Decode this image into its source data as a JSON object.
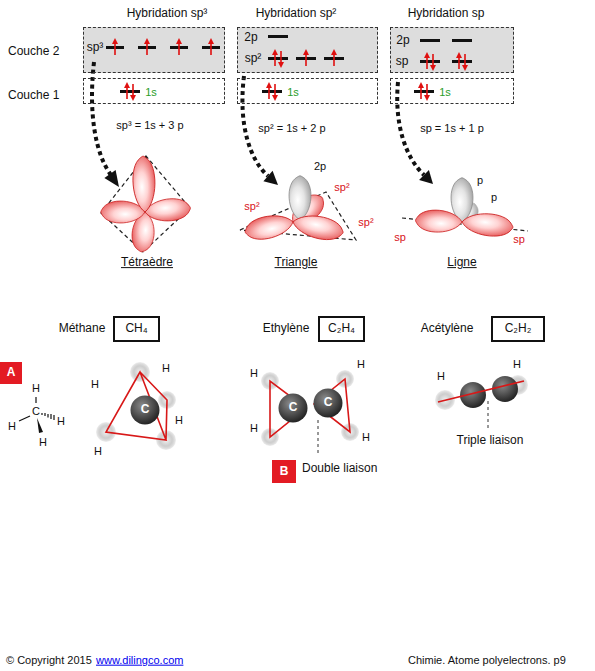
{
  "diagram": {
    "nodes": [
      {
        "text": [
          "sp³"
        ]
      },
      {
        "text": [
          "2p",
          "sp²"
        ]
      },
      {
        "text": [
          "2p",
          "sp"
        ]
      },
      {
        "text": [
          "1s"
        ]
      },
      {
        "text": [
          "1s"
        ]
      },
      {
        "text": [
          "1s"
        ]
      },
      {
        "text": [
          "CH₄"
        ]
      },
      {
        "text": [
          "C₂H₄"
        ]
      },
      {
        "text": [
          "C₂H₂"
        ]
      },
      {
        "text": [
          "A"
        ]
      },
      {
        "text": [
          "C"
        ]
      },
      {
        "text": [
          "C"
        ]
      },
      {
        "text": [
          "C"
        ]
      },
      {
        "text": [
          "B"
        ]
      }
    ],
    "labels": [
      "Hybridation sp³",
      "Hybridation sp²",
      "Hybridation sp",
      "Couche 2",
      "Couche 1",
      "sp³ = 1s + 3 p",
      "sp² = 1s + 2 p",
      "sp = 1s + 1 p",
      "2p",
      "sp²",
      "sp²",
      "sp²",
      "p",
      "p",
      "sp",
      "sp",
      "Tétraèdre",
      "Triangle",
      "Ligne",
      "Méthane",
      "Ethylène",
      "Acétylène",
      "H",
      "C",
      "H",
      "H",
      "H",
      "H",
      "H",
      "H",
      "H",
      "H",
      "H",
      "H",
      "H",
      "H",
      "H",
      "Double liaison",
      "Triple liaison",
      "© Copyright 2015",
      "www.dilingco.com",
      "Chimie. Atome polyelectrons. p9"
    ]
  }
}
